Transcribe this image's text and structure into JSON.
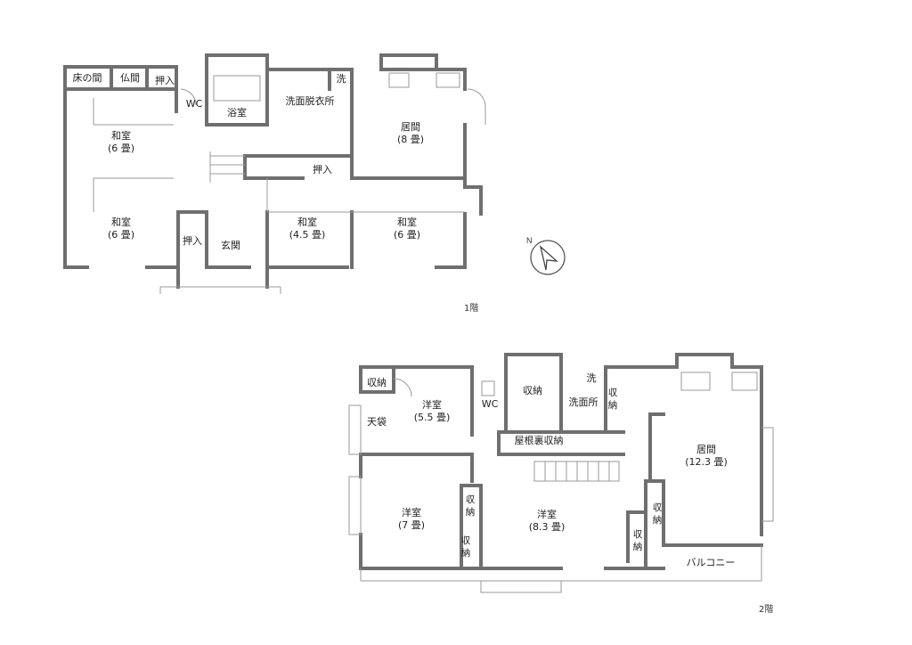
{
  "floor1": {
    "label": "1階",
    "rooms": {
      "tokonoma": "床の間",
      "butsuma": "仏間",
      "oshiire1": "押入",
      "wc": "WC",
      "yokushitsu": "浴室",
      "senmen": "洗面脱衣所",
      "sentaku": "洗",
      "ima": "居間\n(8 畳)",
      "washitsu_nw": "和室\n(6 畳)",
      "oshiire2": "押入",
      "washitsu_sw": "和室\n(6 畳)",
      "oshiire3": "押入",
      "genkan": "玄関",
      "washitsu_45": "和室\n(4.5 畳)",
      "washitsu_se": "和室\n(6 畳)"
    }
  },
  "floor2": {
    "label": "2階",
    "rooms": {
      "shuno1": "収納",
      "tenbukuro": "天袋",
      "yoshitsu_55": "洋室\n(5.5 畳)",
      "wc": "WC",
      "shuno2": "収納",
      "sentaku": "洗",
      "senmenjo": "洗面所",
      "shuno3": "収\n納",
      "ima": "居間\n(12.3 畳)",
      "yaneura": "屋根裏収納",
      "yoshitsu_7": "洋室\n(7 畳)",
      "shuno4": "収\n納",
      "shuno5": "収\n納",
      "yoshitsu_83": "洋室\n(8.3 畳)",
      "shuno6": "収\n納",
      "shuno7": "収\n納",
      "balcony": "バルコニー"
    }
  },
  "compass": {
    "north": "N",
    "icon": "north-compass-icon"
  }
}
